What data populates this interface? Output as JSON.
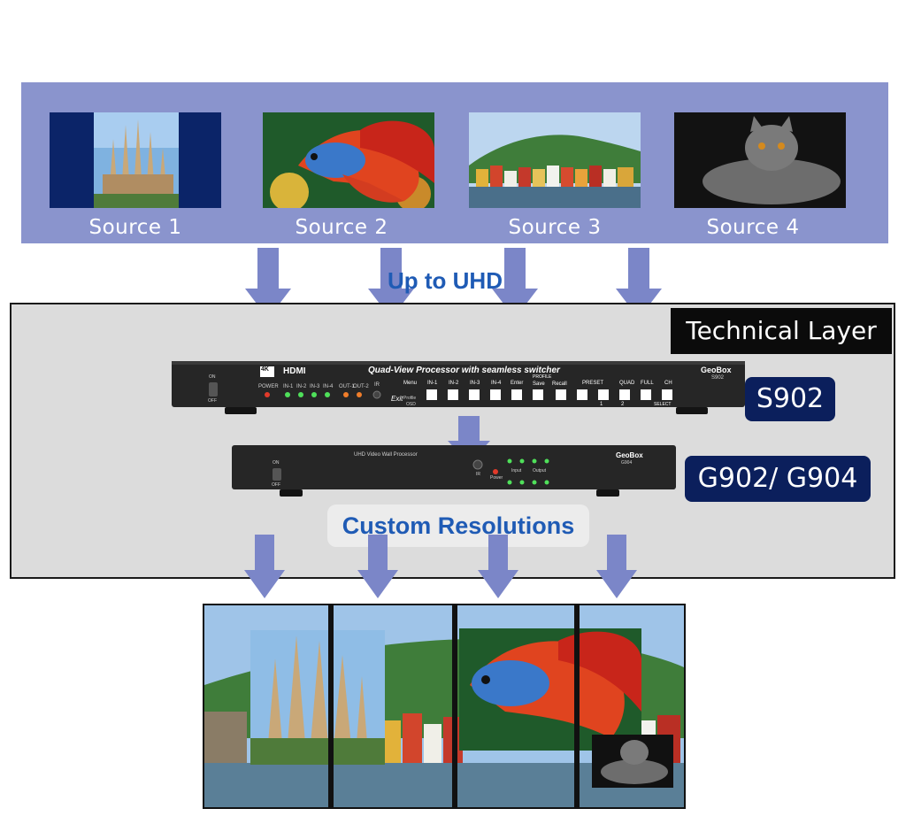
{
  "sources": [
    {
      "label": "Source 1",
      "image": "cathedral-photo"
    },
    {
      "label": "Source 2",
      "image": "betta-fish-photo"
    },
    {
      "label": "Source 3",
      "image": "harbor-town-photo"
    },
    {
      "label": "Source 4",
      "image": "gray-cat-photo"
    }
  ],
  "annotations": {
    "input_label": "Up to UHD",
    "output_label": "Custom Resolutions",
    "layer_label": "Technical Layer"
  },
  "devices": {
    "s902": {
      "badge": "S902",
      "title": "Quad-View Processor with seamless switcher",
      "brand": "GeoBox",
      "model": "S902",
      "logo_4k": "4K",
      "logo_hdmi": "HDMI",
      "switch_on": "ON",
      "switch_off": "OFF",
      "led_labels": [
        "POWER",
        "IN-1",
        "IN-2",
        "IN-3",
        "IN-4",
        "OUT-1",
        "OUT-2"
      ],
      "ir_label": "IR",
      "button_labels": [
        "Menu",
        "IN-1",
        "IN-2",
        "IN-3",
        "IN-4",
        "Enter",
        "Save",
        "Recall",
        "PRESET",
        "QUAD",
        "FULL",
        "CH"
      ],
      "exit_label": "Exit",
      "profile_label": "PROFILE",
      "preset_numbers": [
        "1",
        "2"
      ],
      "select_label": "SELECT",
      "sub_labels": [
        "Profile",
        "OSD"
      ]
    },
    "g902": {
      "badge": "G902/ G904",
      "title": "UHD Video Wall Processor",
      "brand": "GeoBox",
      "model": "G904",
      "switch_on": "ON",
      "switch_off": "OFF",
      "ir_label": "IR",
      "group_labels": [
        "Power",
        "Input",
        "Output"
      ]
    }
  },
  "colors": {
    "source_band": "#8a94cd",
    "arrow": "#7b86c8",
    "badge": "#0b1f5c",
    "accent_text": "#1f5bb5",
    "tech_layer": "#dcdcdc"
  }
}
